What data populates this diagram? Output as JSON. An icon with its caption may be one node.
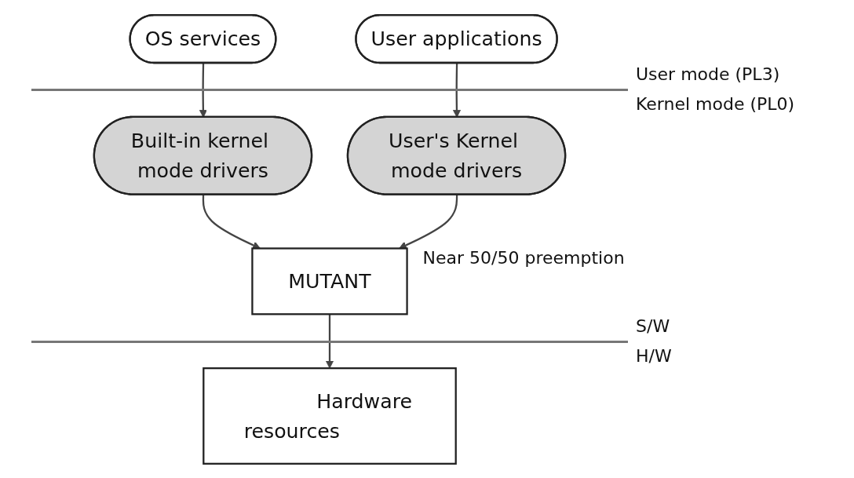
{
  "diagram": {
    "nodes": [
      {
        "text": [
          "OS services"
        ]
      },
      {
        "text": [
          "User applications"
        ]
      },
      {
        "text": [
          "Built-in kernel mode drivers"
        ]
      },
      {
        "text": [
          "User's Kernel mode drivers"
        ]
      },
      {
        "text": [
          "MUTANT"
        ],
        "beside": [
          "Near 50/50 preemption"
        ]
      },
      {
        "text": [
          "Hardware resources"
        ]
      }
    ],
    "edges": [
      {
        "from": 0,
        "to": 2,
        "arrow": "to"
      },
      {
        "from": 1,
        "to": 3,
        "arrow": "to"
      },
      {
        "from": 2,
        "to": 4,
        "arrow": "to"
      },
      {
        "from": 3,
        "to": 4,
        "arrow": "to"
      },
      {
        "from": 4,
        "to": 5,
        "arrow": "to"
      }
    ],
    "labels": [
      "User mode (PL3)",
      "Kernel mode (PL0)",
      "S/W",
      "H/W"
    ]
  }
}
